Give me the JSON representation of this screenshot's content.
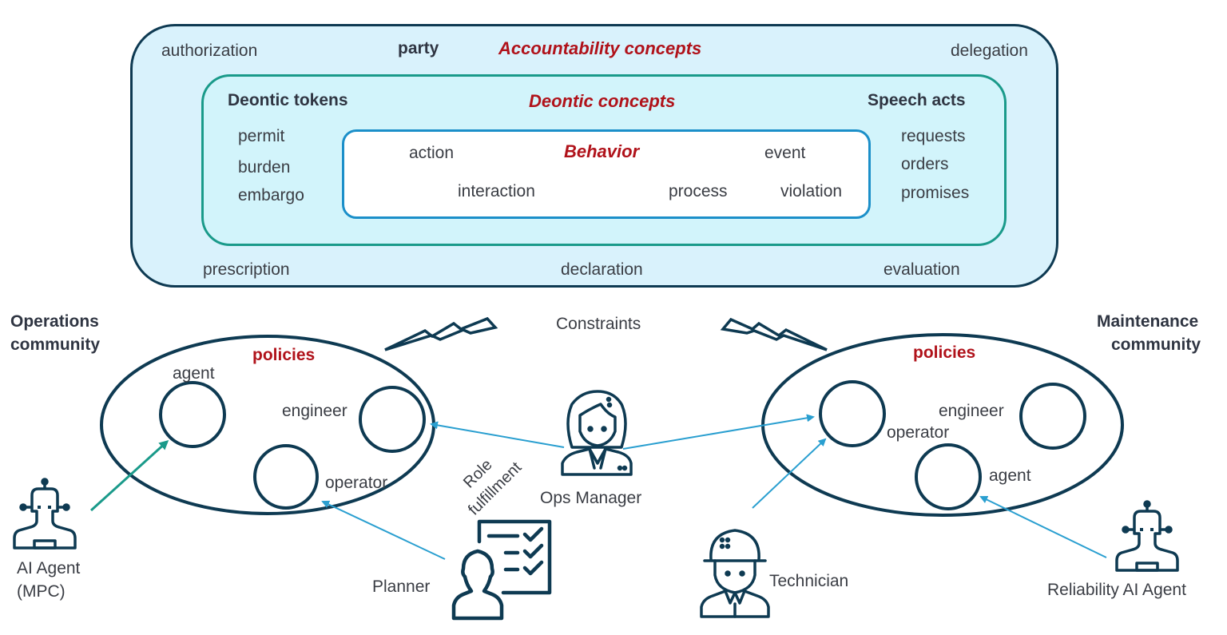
{
  "accountability": {
    "title": "Accountability concepts",
    "terms": {
      "authorization": "authorization",
      "party": "party",
      "delegation": "delegation",
      "prescription": "prescription",
      "declaration": "declaration",
      "evaluation": "evaluation"
    }
  },
  "deontic": {
    "title": "Deontic concepts",
    "tokens_heading": "Deontic tokens",
    "tokens": [
      "permit",
      "burden",
      "embargo"
    ],
    "speech_heading": "Speech acts",
    "speech_acts": [
      "requests",
      "orders",
      "promises"
    ]
  },
  "behavior": {
    "title": "Behavior",
    "terms": {
      "action": "action",
      "event": "event",
      "interaction": "interaction",
      "process": "process",
      "violation": "violation"
    }
  },
  "constraints_label": "Constraints",
  "communities": {
    "operations": {
      "label_line1": "Operations",
      "label_line2": "community",
      "policies": "policies",
      "roles": {
        "agent": "agent",
        "engineer": "engineer",
        "operator": "operator"
      }
    },
    "maintenance": {
      "label_line1": "Maintenance",
      "label_line2": "community",
      "policies": "policies",
      "roles": {
        "operator": "operator",
        "engineer": "engineer",
        "agent": "agent"
      }
    }
  },
  "role_fulfillment": {
    "line1": "Role",
    "line2": "fulfillment"
  },
  "actors": {
    "ai_agent": {
      "line1": "AI Agent",
      "line2": "(MPC)",
      "icon": "robot-icon"
    },
    "planner": {
      "label": "Planner",
      "icon": "checklist-person-icon"
    },
    "ops_manager": {
      "label": "Ops Manager",
      "icon": "businesswoman-icon"
    },
    "technician": {
      "label": "Technician",
      "icon": "hardhat-worker-icon"
    },
    "reliability_agent": {
      "label": "Reliability AI Agent",
      "icon": "robot-icon"
    }
  },
  "colors": {
    "dark": "#0e3a52",
    "teal": "#1a9a8a",
    "blue": "#1b8fc9",
    "red": "#b0121a",
    "arrow": "#2a9fd0",
    "outer_fill": "#d9f2fc"
  }
}
